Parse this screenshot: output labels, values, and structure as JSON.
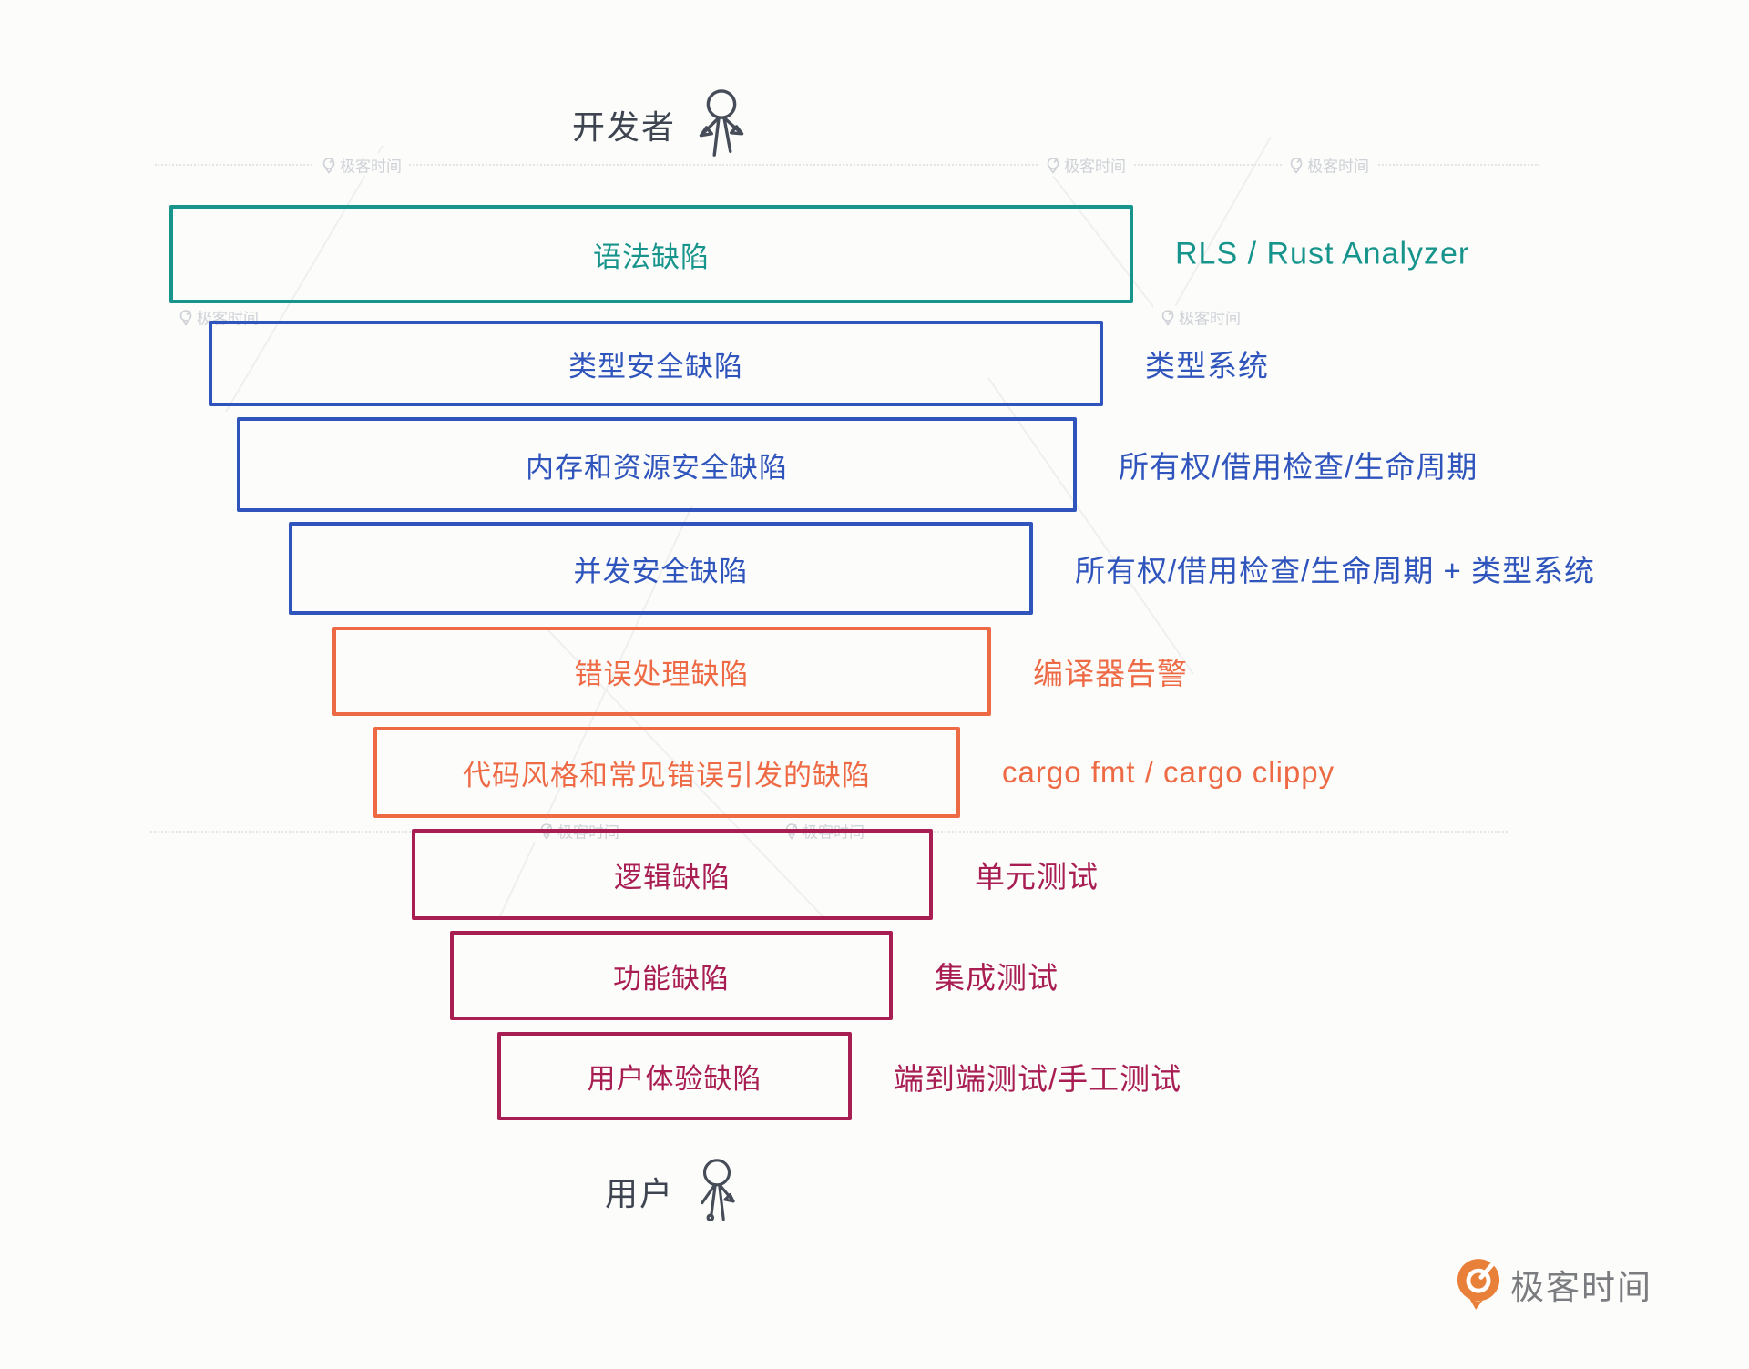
{
  "top_actor": {
    "label": "开发者"
  },
  "bottom_actor": {
    "label": "用户"
  },
  "rows": [
    {
      "box": "语法缺陷",
      "tool": "RLS / Rust Analyzer",
      "color": "#17948c"
    },
    {
      "box": "类型安全缺陷",
      "tool": "类型系统",
      "color": "#2f55bd"
    },
    {
      "box": "内存和资源安全缺陷",
      "tool": "所有权/借用检查/生命周期",
      "color": "#2f55bd"
    },
    {
      "box": "并发安全缺陷",
      "tool": "所有权/借用检查/生命周期 + 类型系统",
      "color": "#2f55bd"
    },
    {
      "box": "错误处理缺陷",
      "tool": "编译器告警",
      "color": "#ee6a45"
    },
    {
      "box": "代码风格和常见错误引发的缺陷",
      "tool": "cargo fmt / cargo clippy",
      "color": "#ee6a45"
    },
    {
      "box": "逻辑缺陷",
      "tool": "单元测试",
      "color": "#a81e53"
    },
    {
      "box": "功能缺陷",
      "tool": "集成测试",
      "color": "#a81e53"
    },
    {
      "box": "用户体验缺陷",
      "tool": "端到端测试/手工测试",
      "color": "#a81e53"
    }
  ],
  "brand": {
    "label": "极客时间",
    "logo_color": "#e8803a"
  },
  "watermark": {
    "text": "极客时间"
  },
  "colors": {
    "teal": "#17948c",
    "blue": "#2f55bd",
    "orange": "#ee6a45",
    "crimson": "#a81e53",
    "actor_text": "#3e4550",
    "watermark_gray": "#ced1d6"
  }
}
